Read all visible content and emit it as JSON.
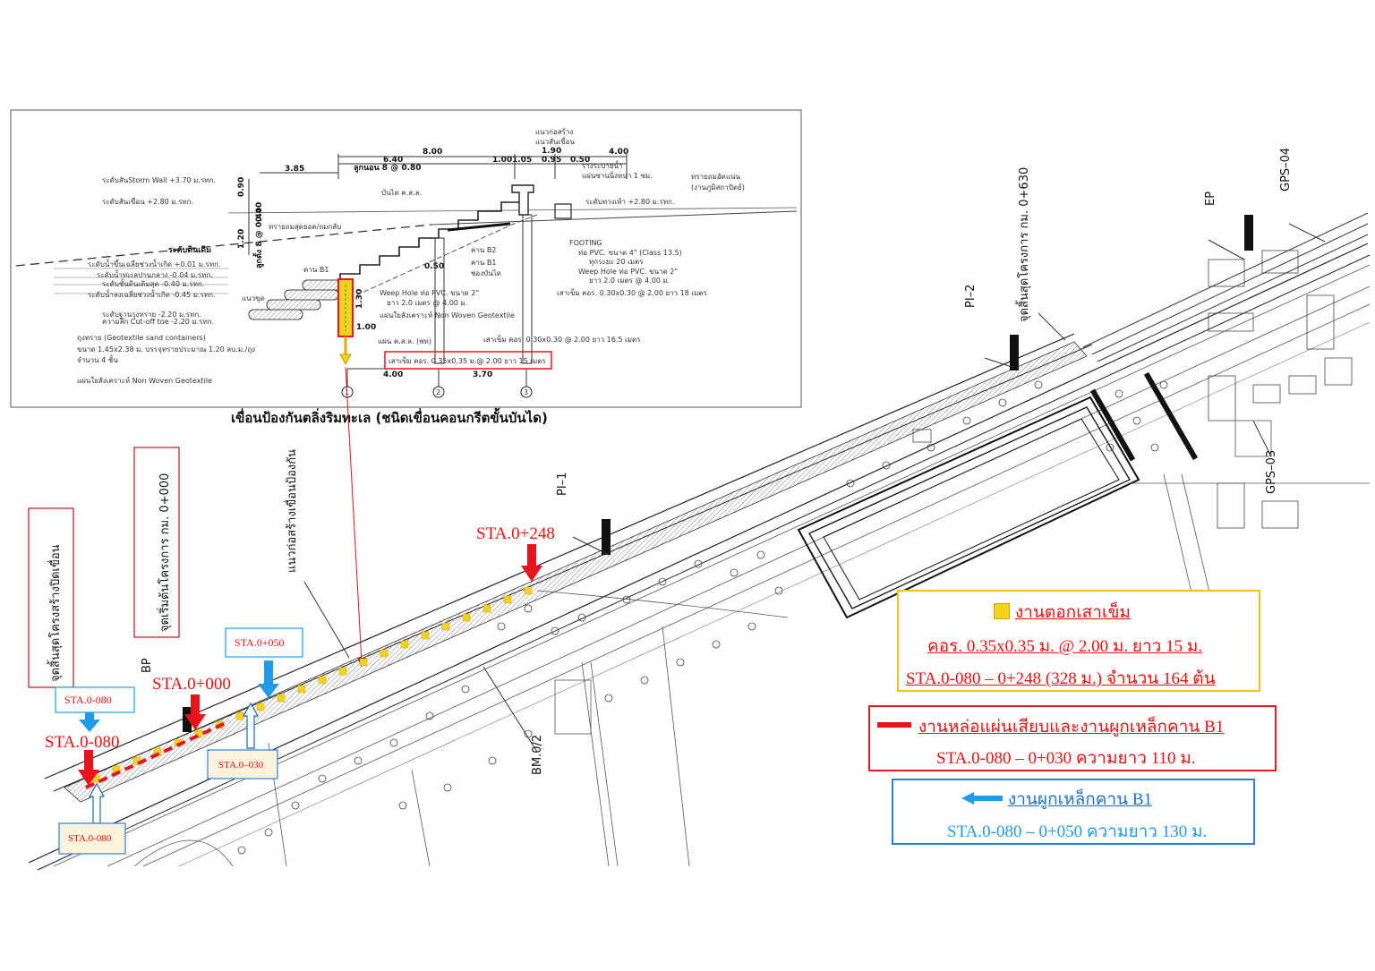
{
  "section": {
    "caption": "เขื่อนป้องกันตลิ่งริมทะเล (ชนิดเขื่อนคอนกรีตขั้นบันได)",
    "dims_top": [
      "8.00",
      "6.40",
      "ลูกนอน 8 @ 0.80",
      "3.85",
      "1.00",
      "1.05",
      "1.90",
      "0.95",
      "0.50",
      "4.00"
    ],
    "dims_left": [
      "0.90",
      "0.40",
      "1.20",
      "ลูกตั้ง 8 @ 0.40"
    ],
    "dims_inner": [
      "0.50",
      "1.30",
      "1.00"
    ],
    "dims_bottom": [
      "4.00",
      "3.70"
    ],
    "levels": [
      "ระดับสันStorm Wall +3.70 ม.รทก.",
      "ระดับสันเขื่อน +2.80 ม.รทก.",
      "ระดับน้ำขึ้นเฉลี่ยช่วงน้ำเกิด +0.01 ม.รทก.",
      "ระดับน้ำทะเลปานกลาง -0.04 ม.รทก.",
      "ระดับชั้นดินเดิมสุด -0.40 ม.รทก.",
      "ระดับน้ำลงเฉลี่ยช่วงน้ำเกิด -0.45 ม.รทก.",
      "ระดับฐานรุงทราย -2.20 ม.รทก.",
      "ความลึก Cut-off toe -2.20 ม.รทก."
    ],
    "ground_label": "ระดับดินเดิม",
    "notes_left": [
      "ถุงทราย (Geotextile sand containers)",
      "ขนาด 1.45x2.38 ม. บรรจุทรายประมาณ 1.20 ลบ.ม./ถุง",
      "จำนวน 4 ชั้น",
      "แผ่นใยสังเคราะห์ Non Woven Geotextile"
    ],
    "notes_mid": [
      "ทรายถมสุดยอด/ถมกลับ",
      "คาน B1",
      "คาน B2",
      "คาน B1",
      "ช่องบันได",
      "บันได ค.ส.ล.",
      "Weep Hole ท่อ PVC. ขนาด 2\"",
      "ยาว 2.0 เมตร @ 4.00 ม.",
      "แผ่นใยสังเคราะห์ Non Woven Geotextile",
      "แผ่น ค.ส.ล. (พท)",
      "เสาเข็ม คอร. 0.30x0.30 @ 2.00 ยาว 16.5 เมตร",
      "เสาเข็ม คอร. 0.30x0.30 @ 2.00 ยาว 18 เมตร",
      "FOOTING",
      "ท่อ PVC. ขนาด 4\" (Class 13.5)",
      "ทุกระยะ 20 เมตร",
      "Weep Hole ท่อ PVC. ขนาด 2\"",
      "ยาว 2.0 เมตร @ 4.00 ม.",
      "รางระบายน้ำ",
      "แผ่นซานนิ่งหนา 1 ซม.",
      "ระดับทางเท้า +2.80 ม.รทก.",
      "ทรายถมอัดแน่น",
      "(งานภูมิสถาปัตย์)",
      "แนวก่อสร้าง",
      "แนวสันเขื่อน",
      "แนวขุด"
    ],
    "pile_note": "เสาเข็ม คอร. 0.35x0.35 ม.@ 2.00 ยาว 15 เมตร",
    "axes": [
      "1",
      "2",
      "3"
    ]
  },
  "plan_labels": {
    "start_project": "จุดเริ่มต้นโครงการ กม. 0+000",
    "end_cutoff": "จุดสิ้นสุดโครงสร้างปิดเขื่อน",
    "construction_line": "แนวก่อสร้างเขื่อนป้องกัน",
    "end_project": "จุดสิ้นสุดโครงการ กม. 0+630",
    "bp": "BP",
    "ep": "EP",
    "pi1": "PI–1",
    "pi2": "PI–2",
    "gps03": "GPS–03",
    "gps04": "GPS–04",
    "bm": "BM.0/2",
    "sta_248": "STA.0+248",
    "sta_000": "STA.0+000",
    "sta_m080_red": "STA.0-080",
    "sta_m080_box_top": "STA.0-080",
    "sta_050_box": "STA.0+050",
    "sta_m030_box": "STA.0–030",
    "sta_m080_box_bottom": "STA.0-080"
  },
  "legend": {
    "piling_title": "งานตอกเสาเข็ม",
    "piling_spec": "คอร. 0.35x0.35 ม. @ 2.00 ม. ยาว 15 ม.",
    "piling_range": "STA.0-080 – 0+248 (328 ม.) จำนวน 164 ต้น",
    "sheet_title": "งานหล่อแผ่นเสียบและงานผูกเหล็กคาน B1",
    "sheet_range": "STA.0-080 – 0+030 ความยาว 110 ม.",
    "rebar_title": "งานผูกเหล็กคาน B1",
    "rebar_range": "STA.0-080 – 0+050 ความยาว 130 ม."
  },
  "colors": {
    "red": "#e8141b",
    "yellow": "#f5d21e",
    "blue": "#1e9ce8",
    "legend_border_yellow": "#f0c020",
    "legend_border_red": "#e02020",
    "legend_border_blue": "#2a7fe0"
  }
}
